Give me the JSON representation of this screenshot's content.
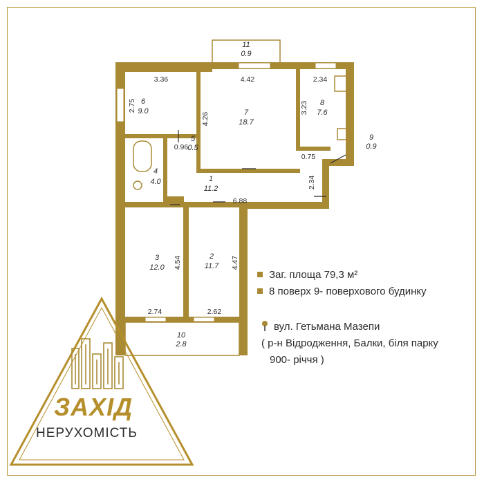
{
  "colors": {
    "wall": "#a88a35",
    "accent": "#b58f2b",
    "text": "#2b2b2b"
  },
  "rooms": [
    {
      "num": "1",
      "area": "11.2"
    },
    {
      "num": "2",
      "area": "11.7"
    },
    {
      "num": "3",
      "area": "12.0"
    },
    {
      "num": "4",
      "area": "4.0"
    },
    {
      "num": "5",
      "area": "0.5"
    },
    {
      "num": "6",
      "area": "9.0"
    },
    {
      "num": "7",
      "area": "18.7"
    },
    {
      "num": "8",
      "area": "7.6"
    },
    {
      "num": "9",
      "area": "0.9"
    },
    {
      "num": "10",
      "area": "2.8"
    },
    {
      "num": "11",
      "area": "0.9"
    }
  ],
  "dimensions": [
    "3.36",
    "4.42",
    "2.34",
    "2.75",
    "4.26",
    "3.23",
    "0.96",
    "0.75",
    "2.34",
    "6.88",
    "4.54",
    "4.47",
    "2.74",
    "2.62"
  ],
  "info": {
    "area": "Заг. площа 79,3 м²",
    "floor": "8 поверх 9- поверхового будинку",
    "address_line1": "вул. Гетьмана Мазепи",
    "address_line2": "( р-н Відродження, Балки, біля парку",
    "address_line3": "900- річчя )"
  },
  "logo": {
    "title": "ЗАХІД",
    "subtitle": "НЕРУХОМІСТЬ",
    "icon": "city-buildings-icon"
  }
}
